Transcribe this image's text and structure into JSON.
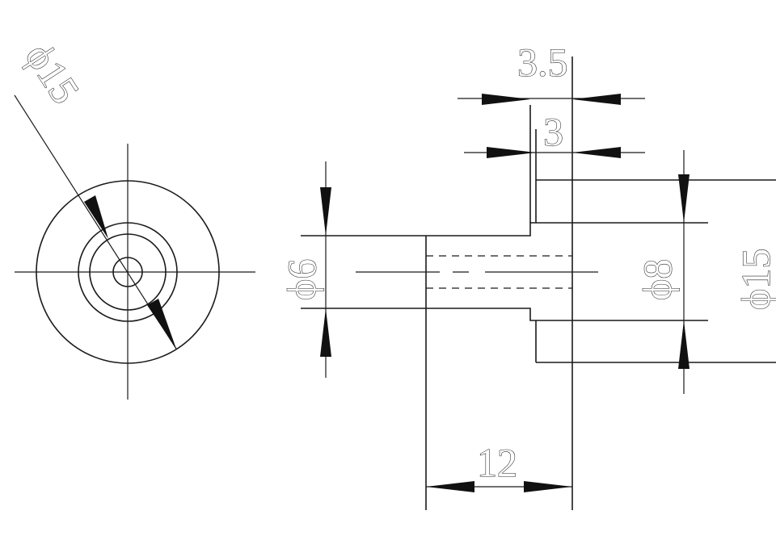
{
  "drawing": {
    "front_view": {
      "diameter_label": "ϕ15"
    },
    "side_view": {
      "dim_total_width": "3.5",
      "dim_flange_width": "3",
      "dim_shaft_diameter": "ϕ6",
      "dim_hub_diameter": "ϕ8",
      "dim_flange_diameter": "ϕ15",
      "dim_shaft_length": "12"
    }
  }
}
